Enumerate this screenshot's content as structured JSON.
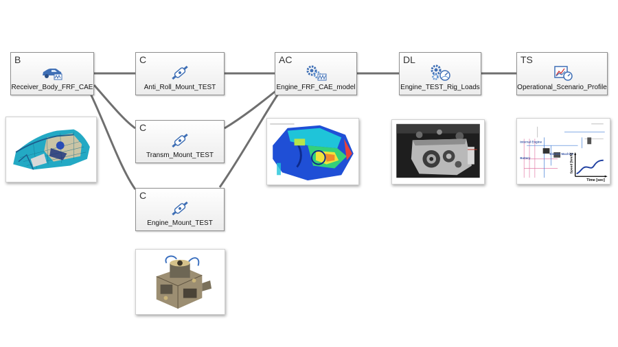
{
  "nodes": [
    {
      "id": "receiver-body",
      "type": "B",
      "label": "Receiver_Body_FRF_CAE",
      "icon": "car-icon"
    },
    {
      "id": "anti-roll",
      "type": "C",
      "label": "Anti_Roll_Mount_TEST",
      "icon": "mount-connector-icon"
    },
    {
      "id": "transm",
      "type": "C",
      "label": "Transm_Mount_TEST",
      "icon": "mount-connector-icon"
    },
    {
      "id": "engine-mount",
      "type": "C",
      "label": "Engine_Mount_TEST",
      "icon": "mount-connector-icon"
    },
    {
      "id": "engine-frf",
      "type": "AC",
      "label": "Engine_FRF_CAE_model",
      "icon": "gears-frf-icon"
    },
    {
      "id": "rig-loads",
      "type": "DL",
      "label": "Engine_TEST_Rig_Loads",
      "icon": "gears-gauge-icon"
    },
    {
      "id": "scenario",
      "type": "TS",
      "label": "Operational_Scenario_Profile",
      "icon": "chart-gauge-icon"
    }
  ],
  "connections": [
    [
      "receiver-body",
      "anti-roll"
    ],
    [
      "receiver-body",
      "transm"
    ],
    [
      "receiver-body",
      "engine-mount"
    ],
    [
      "anti-roll",
      "engine-frf"
    ],
    [
      "transm",
      "engine-frf"
    ],
    [
      "engine-mount",
      "engine-frf"
    ],
    [
      "engine-frf",
      "rig-loads"
    ],
    [
      "rig-loads",
      "scenario"
    ]
  ],
  "thumbnails": {
    "scenario": {
      "ylabel": "Speed [km/h]",
      "xlabel": "Time [sec]",
      "labels": [
        "Battery",
        "Electric Machine",
        "Internal Engine"
      ]
    }
  },
  "colors": {
    "link": "#6f6f6f",
    "icon_blue": "#3f6fb5",
    "node_border": "#8f8f8f"
  }
}
